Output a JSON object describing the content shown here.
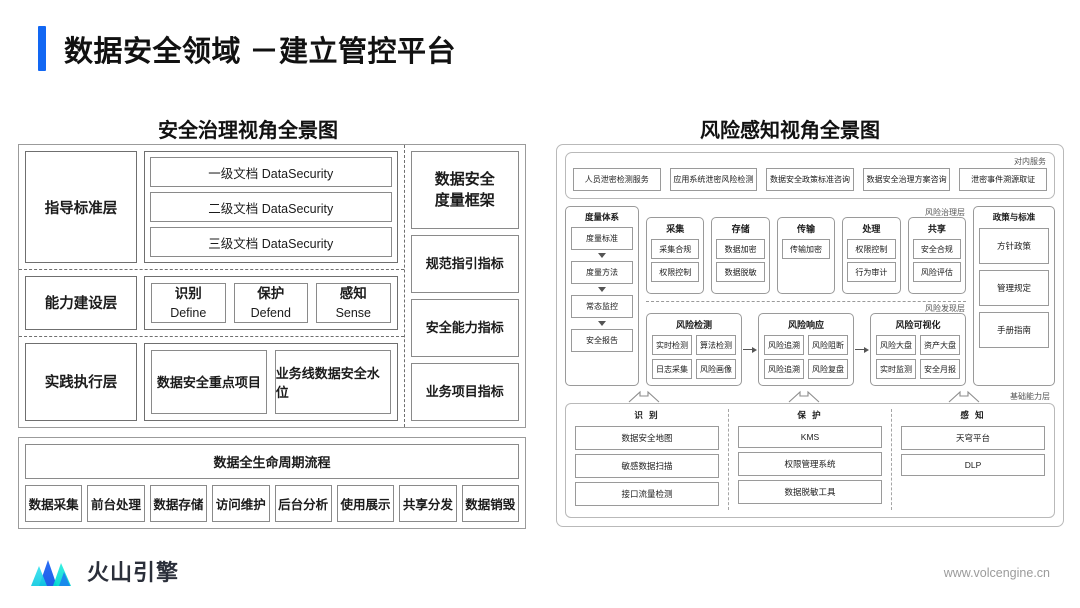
{
  "header": {
    "title": "数据安全领域 －建立管控平台",
    "accent_color": "#1267f3"
  },
  "left_panel": {
    "title": "安全治理视角全景图",
    "layers": [
      {
        "label": "指导标准层",
        "docs": [
          "一级文档 DataSecurity",
          "二级文档 DataSecurity",
          "三级文档 DataSecurity"
        ]
      },
      {
        "label": "能力建设层",
        "capabilities": [
          {
            "cn": "识别",
            "en": "Define"
          },
          {
            "cn": "保护",
            "en": "Defend"
          },
          {
            "cn": "感知",
            "en": "Sense"
          }
        ]
      },
      {
        "label": "实践执行层",
        "practices": [
          "数据安全重点项目",
          "业务线数据安全水位"
        ]
      }
    ],
    "metrics": {
      "framework_label": "数据安全\n度量框架",
      "framework_line1": "数据安全",
      "framework_line2": "度量框架",
      "items": [
        "规范指引指标",
        "安全能力指标",
        "业务项目指标"
      ]
    },
    "lifecycle": {
      "title": "数据全生命周期流程",
      "stages": [
        "数据采集",
        "前台处理",
        "数据存储",
        "访问维护",
        "后台分析",
        "使用展示",
        "共享分发",
        "数据销毁"
      ]
    }
  },
  "right_panel": {
    "title": "风险感知视角全景图",
    "internal_services": {
      "label": "对内服务",
      "items": [
        "人员泄密检测服务",
        "应用系统泄密风险检测",
        "数据安全政策标准咨询",
        "数据安全治理方案咨询",
        "泄密事件溯源取证"
      ]
    },
    "metric_system": {
      "title": "度量体系",
      "steps": [
        "度量标准",
        "度量方法",
        "常态监控",
        "安全报告"
      ]
    },
    "governance_layer": {
      "label": "风险治理层",
      "boxes": [
        {
          "title": "采集",
          "items": [
            "采集合规",
            "权限控制"
          ]
        },
        {
          "title": "存储",
          "items": [
            "数据加密",
            "数据脱敏"
          ]
        },
        {
          "title": "传输",
          "items": [
            "传输加密"
          ]
        },
        {
          "title": "处理",
          "items": [
            "权限控制",
            "行为审计"
          ]
        },
        {
          "title": "共享",
          "items": [
            "安全合规",
            "风险评估"
          ]
        }
      ]
    },
    "discovery_layer": {
      "label": "风险发现层",
      "boxes": [
        {
          "title": "风险检测",
          "items": [
            "实时检测",
            "算法检测",
            "日志采集",
            "风险画像"
          ]
        },
        {
          "title": "风险响应",
          "items": [
            "风险追溯",
            "风险阻断",
            "风险追溯",
            "风险复盘"
          ]
        },
        {
          "title": "风险可视化",
          "items": [
            "风险大盘",
            "资产大盘",
            "实时监测",
            "安全月报"
          ]
        }
      ]
    },
    "policy_column": {
      "title": "政策与标准",
      "items": [
        "方针政策",
        "管理规定",
        "手册指南"
      ]
    },
    "foundation_layer": {
      "label": "基础能力层",
      "columns": [
        {
          "title": "识 别",
          "items": [
            "数据安全地图",
            "敏感数据扫描",
            "接口流量检测"
          ]
        },
        {
          "title": "保 护",
          "items": [
            "KMS",
            "权限管理系统",
            "数据脱敏工具"
          ]
        },
        {
          "title": "感 知",
          "items": [
            "天穹平台",
            "DLP"
          ]
        }
      ]
    }
  },
  "footer": {
    "logo_text": "火山引擎",
    "url": "www.volcengine.cn"
  }
}
